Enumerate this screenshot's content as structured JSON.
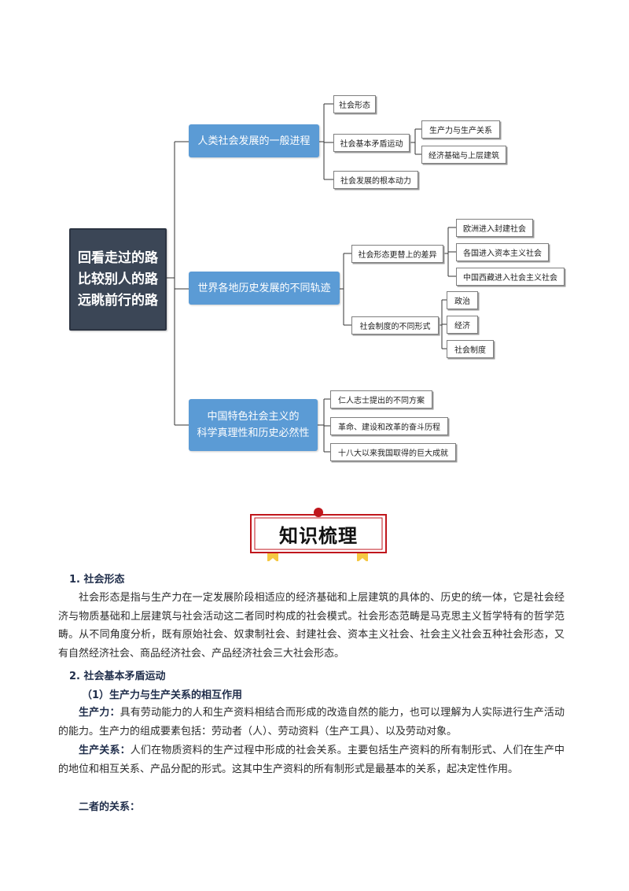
{
  "mindmap": {
    "root_lines": [
      "回看走过的路",
      "比较别人的路",
      "远眺前行的路"
    ],
    "branches": [
      {
        "label_lines": [
          "人类社会发展的一般进程"
        ],
        "children": [
          {
            "label": "社会形态"
          },
          {
            "label": "社会基本矛盾运动",
            "children": [
              "生产力与生产关系",
              "经济基础与上层建筑"
            ]
          },
          {
            "label": "社会发展的根本动力"
          }
        ]
      },
      {
        "label_lines": [
          "世界各地历史发展的不同轨迹"
        ],
        "children": [
          {
            "label": "社会形态更替上的差异",
            "children": [
              "欧洲进入封建社会",
              "各国进入资本主义社会",
              "中国西藏进入社会主义社会"
            ]
          },
          {
            "label": "社会制度的不同形式",
            "children": [
              "政治",
              "经济",
              "社会制度"
            ]
          }
        ]
      },
      {
        "label_lines": [
          "中国特色社会主义的",
          "科学真理性和历史必然性"
        ],
        "children": [
          {
            "label": "仁人志士提出的不同方案"
          },
          {
            "label": "革命、建设和改革的奋斗历程"
          },
          {
            "label": "十八大以来我国取得的巨大成就"
          }
        ]
      }
    ]
  },
  "banner": {
    "title": "知识梳理"
  },
  "content": {
    "s1_heading": "1.  社会形态",
    "s1_para": "社会形态是指与生产力在一定发展阶段相适应的经济基础和上层建筑的具体的、历史的统一体，它是社会经济与物质基础和上层建筑与社会活动这二者同时构成的社会模式。社会形态范畴是马克思主义哲学特有的哲学范畴。从不同角度分析，既有原始社会、奴隶制社会、封建社会、资本主义社会、社会主义社会五种社会形态，又有自然经济社会、商品经济社会、产品经济社会三大社会形态。",
    "s2_heading": "2.  社会基本矛盾运动",
    "s2_sub": "（1）生产力与生产关系的相互作用",
    "p1_lead": "生产力：",
    "p1_text": "具有劳动能力的人和生产资料相结合而形成的改造自然的能力，也可以理解为人实际进行生产活动的能力。生产力的组成要素包括：劳动者（人）、劳动资料（生产工具）、以及劳动对象。",
    "p2_lead": "生产关系：",
    "p2_text": "人们在物质资料的生产过程中形成的社会关系。主要包括生产资料的所有制形式、人们在生产中的地位和相互关系、产品分配的形式。这其中生产资料的所有制形式是最基本的关系，起决定性作用。",
    "p3_lead": "二者的关系："
  },
  "colors": {
    "root": "#3b4656",
    "branch": "#5b9bd5",
    "banner_red": "#c0161c",
    "ribbon": "#f5c842"
  }
}
